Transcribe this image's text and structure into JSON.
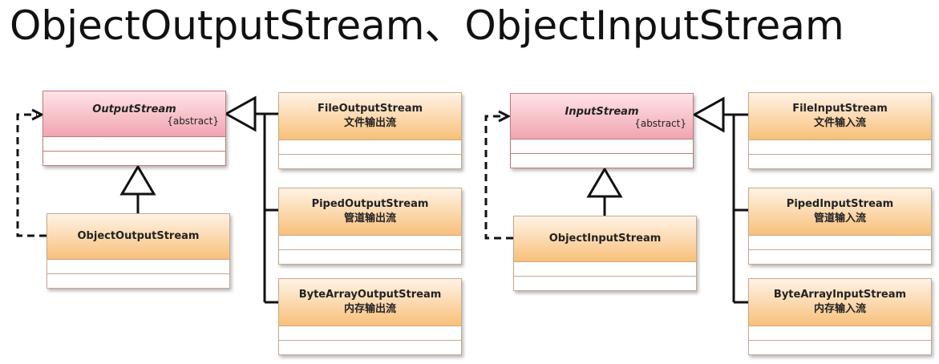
{
  "page": {
    "title": "ObjectOutputStream、ObjectInputStream"
  },
  "output": {
    "base": {
      "name": "OutputStream",
      "stereotype": "{abstract}"
    },
    "object": {
      "name": "ObjectOutputStream"
    },
    "subclasses": [
      {
        "name": "FileOutputStream",
        "cn": "文件输出流"
      },
      {
        "name": "PipedOutputStream",
        "cn": "管道输出流"
      },
      {
        "name": "ByteArrayOutputStream",
        "cn": "内存输出流"
      }
    ]
  },
  "input": {
    "base": {
      "name": "InputStream",
      "stereotype": "{abstract}"
    },
    "object": {
      "name": "ObjectInputStream"
    },
    "subclasses": [
      {
        "name": "FileInputStream",
        "cn": "文件输入流"
      },
      {
        "name": "PipedInputStream",
        "cn": "管道输入流"
      },
      {
        "name": "ByteArrayInputStream",
        "cn": "内存输入流"
      }
    ]
  },
  "colors": {
    "class_fill": "#f8c07a",
    "abstract_fill": "#f0a5b1",
    "line": "#111111"
  }
}
